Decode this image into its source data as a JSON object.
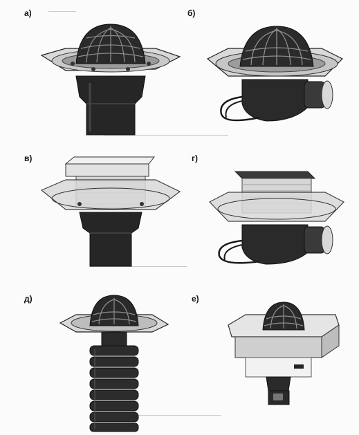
{
  "figure": {
    "panels": [
      {
        "label": "а)",
        "variant": "dome-grate-vertical-outlet"
      },
      {
        "label": "б)",
        "variant": "dome-grate-side-outlet-heated"
      },
      {
        "label": "в)",
        "variant": "flat-grate-vertical-outlet"
      },
      {
        "label": "г)",
        "variant": "flat-grate-side-outlet-heated"
      },
      {
        "label": "д)",
        "variant": "dome-grate-corrugated-pipe"
      },
      {
        "label": "е)",
        "variant": "dome-grate-square-insulated-body"
      }
    ]
  },
  "colors": {
    "ink": "#111111",
    "dark_part": "#2a2a2a",
    "metal": "#bdbdbd",
    "light_metal": "#e4e4e4"
  }
}
